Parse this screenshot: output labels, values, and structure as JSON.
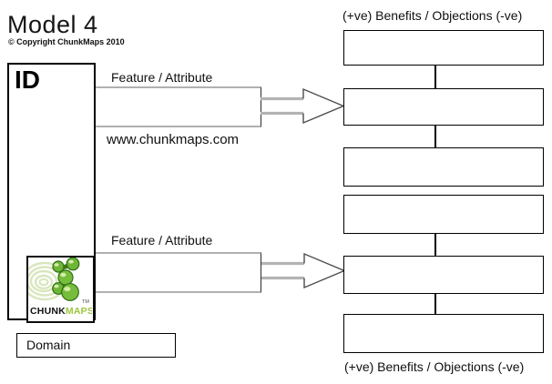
{
  "page": {
    "title": "Model 4",
    "copyright": "© Copyright ChunkMaps 2010",
    "website": "www.chunkmaps.com"
  },
  "id_box": {
    "label": "ID"
  },
  "feature_sections": [
    {
      "label": "Feature / Attribute",
      "value": ""
    },
    {
      "label": "Feature / Attribute",
      "value": ""
    }
  ],
  "benefits": {
    "top_label": "(+ve) Benefits / Objections (-ve)",
    "bottom_label": "(+ve) Benefits / Objections (-ve)",
    "boxes": [
      "",
      "",
      "",
      "",
      "",
      ""
    ]
  },
  "domain": {
    "label": "Domain",
    "value": ""
  },
  "logo": {
    "brand_chunk": "CHUNK",
    "brand_maps": "MAPS",
    "tm": "TM"
  },
  "colors": {
    "box_border": "#000000",
    "feature_box_edge": "#b0b0b0",
    "arrow_shaft": "#b3b3b3",
    "arrow_outline": "#4d4d4d",
    "brand_green": "#9dc53c",
    "logo_blob_green": "#6fb637",
    "logo_blob_edge": "#2f6e14",
    "logo_swirl": "#d9e6bd"
  }
}
